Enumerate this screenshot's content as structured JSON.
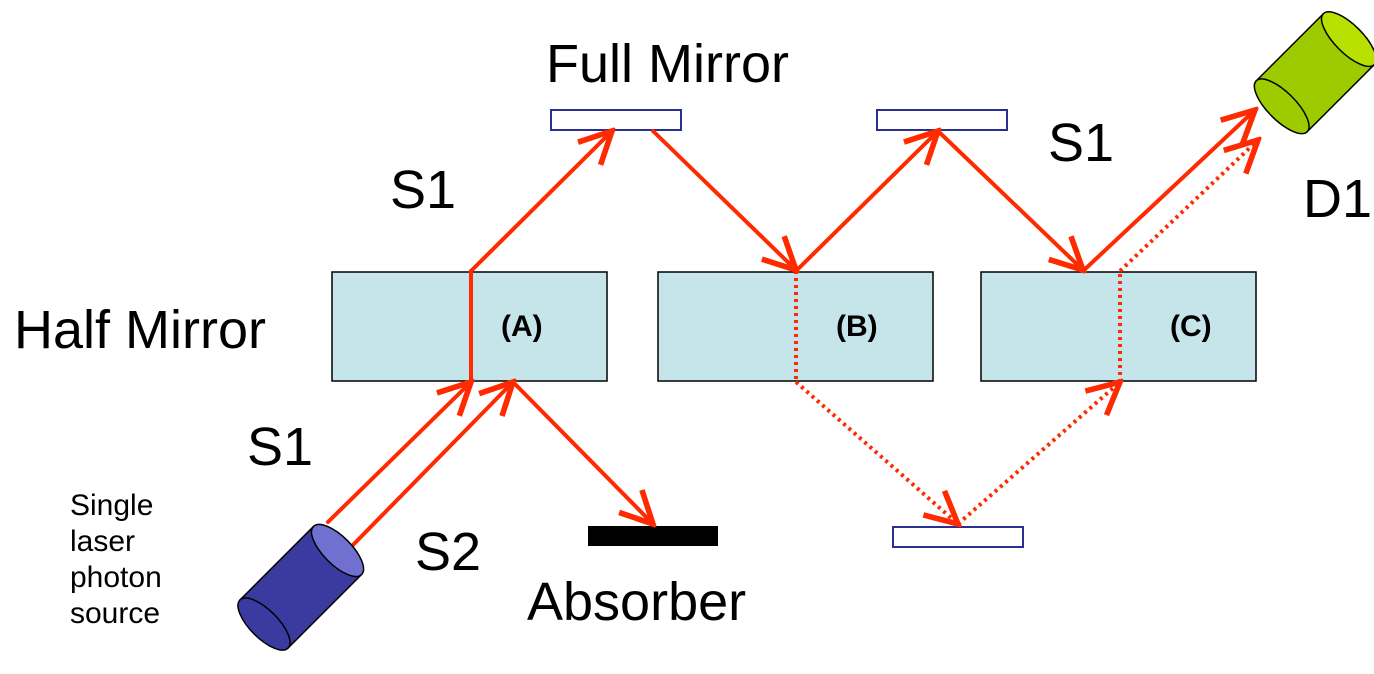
{
  "labels": {
    "full_mirror": "Full Mirror",
    "half_mirror": "Half Mirror",
    "absorber": "Absorber",
    "s1_top": "S1",
    "s1_right": "S1",
    "s1_bottom": "S1",
    "s2": "S2",
    "d1": "D1",
    "box_a": "(A)",
    "box_b": "(B)",
    "box_c": "(C)",
    "source_lines": [
      "Single",
      "laser",
      "photon",
      "source"
    ]
  },
  "colors": {
    "beam": "#ff2a00",
    "half_mirror_fill": "#c5e5ea",
    "full_mirror_stroke": "#2b2f8f",
    "absorber": "#000000",
    "source_body": "#3a3aa0",
    "source_cap": "#7070d0",
    "detector_body": "#9ccc00",
    "detector_cap": "#b8e000"
  }
}
